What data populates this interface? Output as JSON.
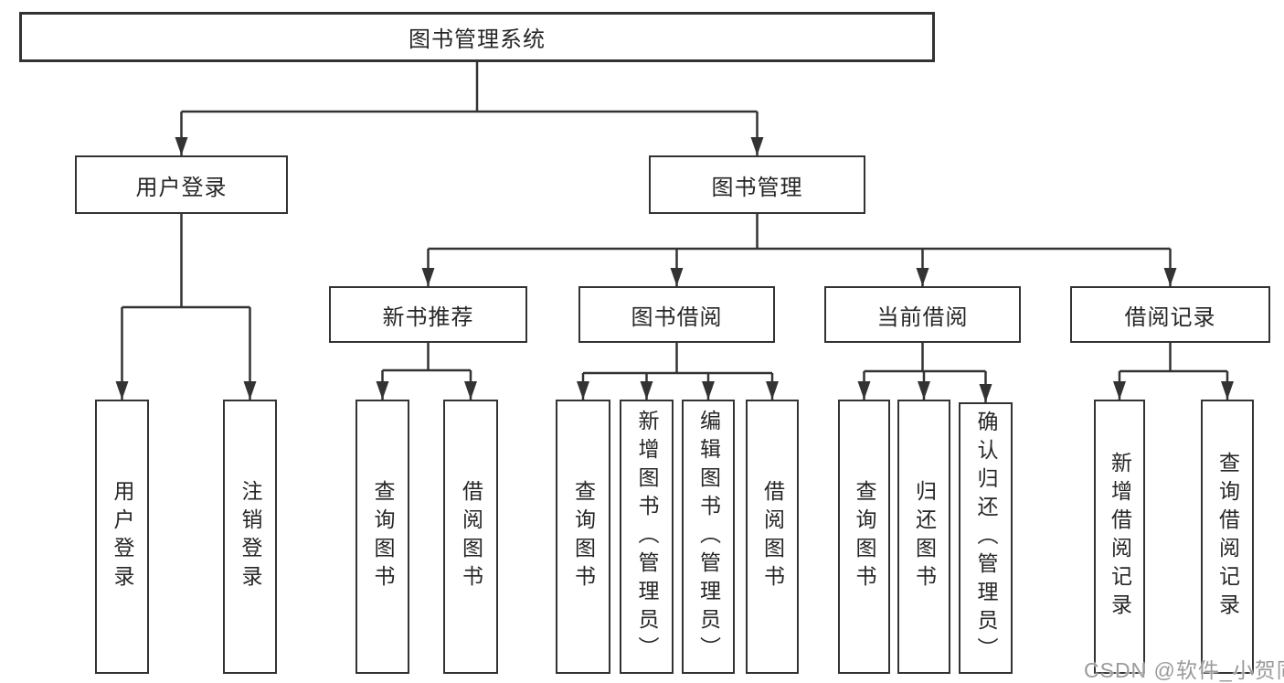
{
  "tree": {
    "label": "图书管理系统",
    "children": [
      {
        "label": "用户登录",
        "children": [
          {
            "label": "用户登录"
          },
          {
            "label": "注销登录"
          }
        ]
      },
      {
        "label": "图书管理",
        "children": [
          {
            "label": "新书推荐",
            "children": [
              {
                "label": "查询图书"
              },
              {
                "label": "借阅图书"
              }
            ]
          },
          {
            "label": "图书借阅",
            "children": [
              {
                "label": "查询图书"
              },
              {
                "label": "新增图书（管理员）"
              },
              {
                "label": "编辑图书（管理员）"
              },
              {
                "label": "借阅图书"
              }
            ]
          },
          {
            "label": "当前借阅",
            "children": [
              {
                "label": "查询图书"
              },
              {
                "label": "归还图书"
              },
              {
                "label": "确认归还（管理员）"
              }
            ]
          },
          {
            "label": "借阅记录",
            "children": [
              {
                "label": "新增借阅记录"
              },
              {
                "label": "查询借阅记录"
              }
            ]
          }
        ]
      }
    ]
  },
  "watermark": "CSDN @软件_小贺同学",
  "colors": {
    "line": "#333333",
    "box_border": "#333333",
    "box_fill": "#ffffff",
    "text": "#262626",
    "watermark": "#9b9b9b",
    "background": "#ffffff"
  }
}
